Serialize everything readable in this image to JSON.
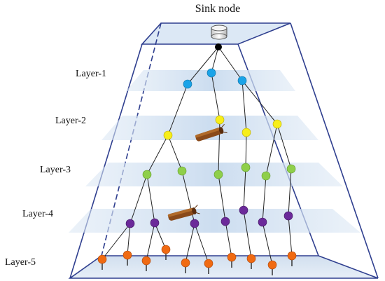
{
  "title": "Sink node",
  "layers": [
    "Layer-1",
    "Layer-2",
    "Layer-3",
    "Layer-4",
    "Layer-5"
  ],
  "colors": {
    "frame": "#2f3f8f",
    "plane": "#cfdff0",
    "sink": "#000000",
    "layer1": "#1aa3e8",
    "layer2": "#f7ee1a",
    "layer3": "#8fcf4a",
    "layer4": "#6b2a9a",
    "layer5": "#f06a12",
    "log": "#8a4a1a"
  },
  "icons": [
    "sink-node-icon",
    "log-obstacle-icon",
    "log-obstacle-icon"
  ]
}
